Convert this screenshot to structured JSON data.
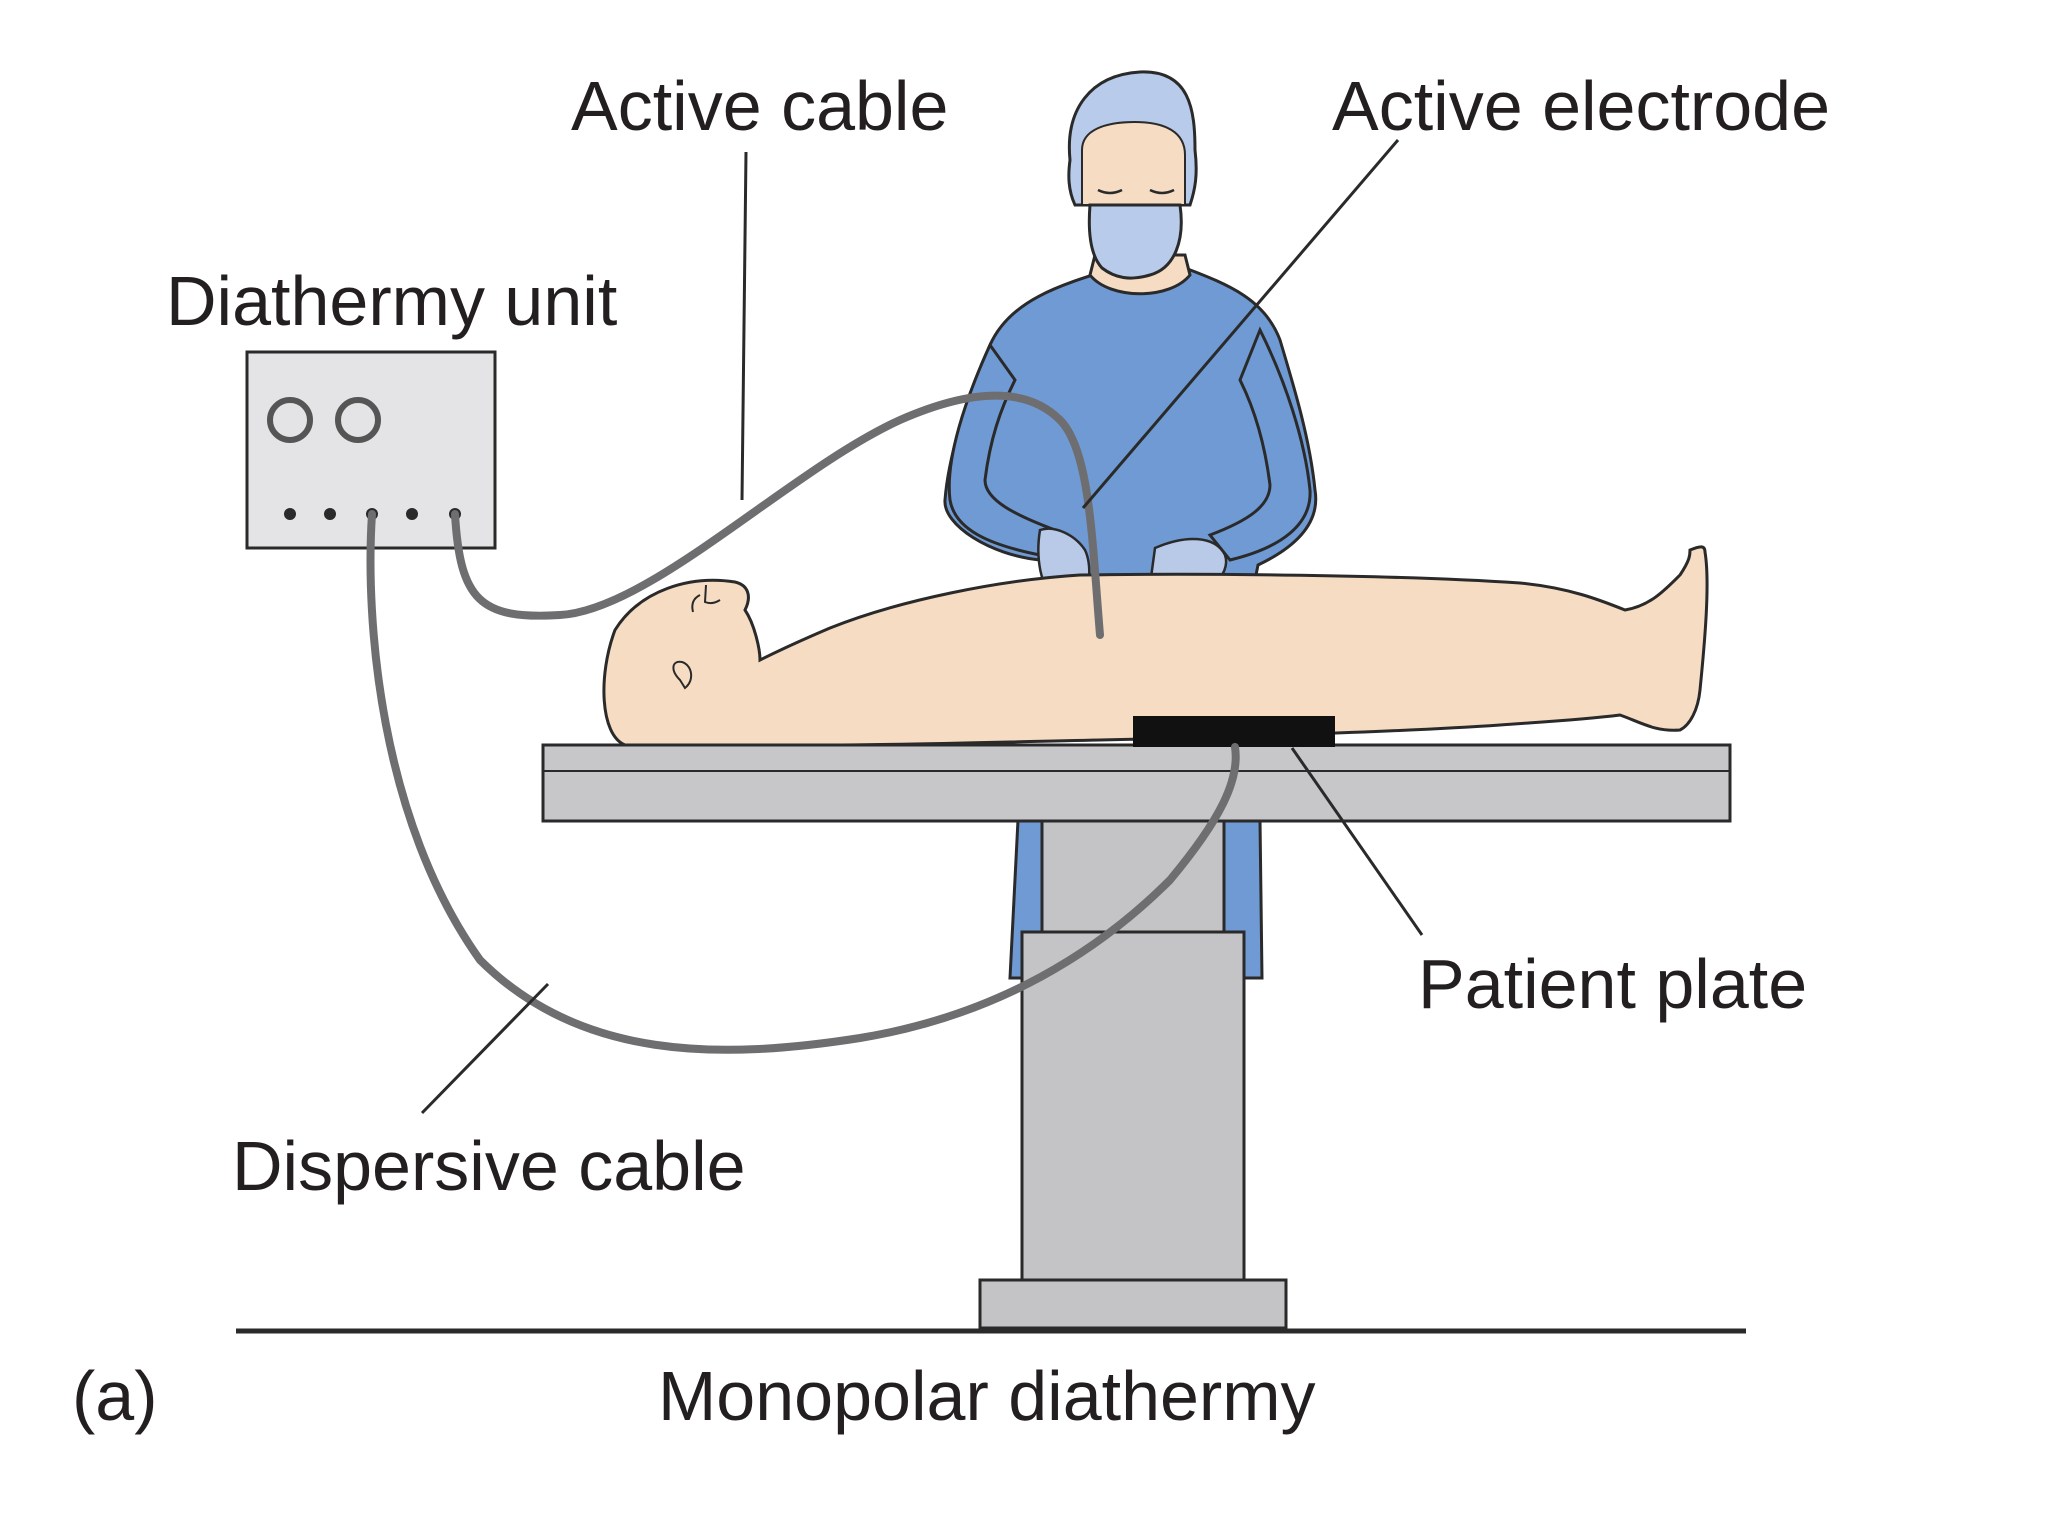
{
  "labels": {
    "active_cable": "Active cable",
    "active_electrode": "Active electrode",
    "diathermy_unit": "Diathermy unit",
    "patient_plate": "Patient plate",
    "dispersive_cable": "Dispersive cable",
    "panel_letter": "(a)",
    "caption": "Monopolar diathermy"
  },
  "colors": {
    "gown": "#6f9ad3",
    "cap": "#b8cbea",
    "glove": "#b9c9e8",
    "skin": "#f6dcc3",
    "table": "#c7c7c9",
    "pedestal": "#c4c4c6",
    "plate": "#111111",
    "cable": "#6e6e70",
    "outline": "#2a2a2a",
    "text": "#231f20"
  }
}
